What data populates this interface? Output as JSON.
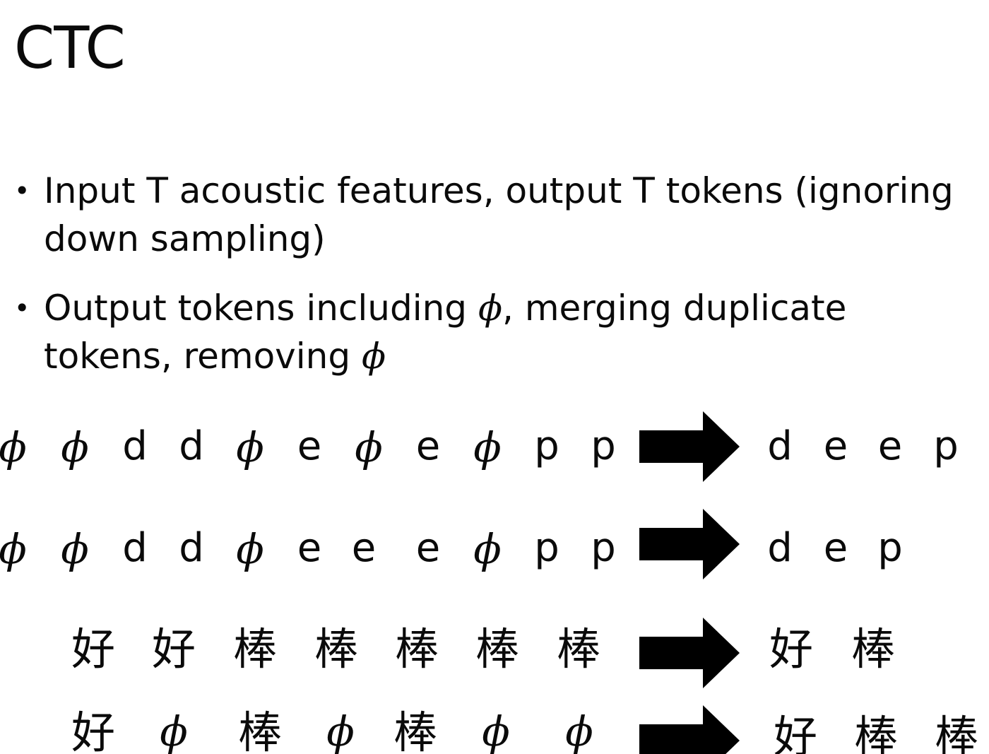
{
  "slide": {
    "title": "CTC"
  },
  "bullets": [
    {
      "lines": [
        "Input T acoustic features, output T tokens (ignoring",
        "down sampling)"
      ]
    },
    {
      "lines": [
        [
          "Output tokens including ",
          "ϕ",
          ", merging duplicate"
        ],
        [
          "tokens,  removing ",
          "ϕ",
          ""
        ]
      ]
    }
  ],
  "examples": [
    {
      "input": [
        "ϕ",
        "ϕ",
        "d",
        "d",
        "ϕ",
        "e",
        "ϕ",
        "e",
        "ϕ",
        "p",
        "p"
      ],
      "output": [
        "d",
        "e",
        "e",
        "p"
      ]
    },
    {
      "input": [
        "ϕ",
        "ϕ",
        "d",
        "d",
        "ϕ",
        "e",
        "e",
        "e",
        "ϕ",
        "p",
        "p"
      ],
      "output": [
        "d",
        "e",
        "p"
      ]
    },
    {
      "input": [
        "好",
        "好",
        "棒",
        "棒",
        "棒",
        "棒",
        "棒"
      ],
      "output": [
        "好",
        "棒"
      ]
    },
    {
      "input": [
        "好",
        "ϕ",
        "棒",
        "ϕ",
        "棒",
        "ϕ",
        "ϕ"
      ],
      "output": [
        "好",
        "棒",
        "棒"
      ]
    }
  ],
  "colors": {
    "text": "#0a0a0a",
    "arrow": "#000000",
    "background": "#ffffff"
  },
  "icons": {
    "arrow": "right-arrow-icon",
    "bullet": "bullet-dot-icon"
  }
}
